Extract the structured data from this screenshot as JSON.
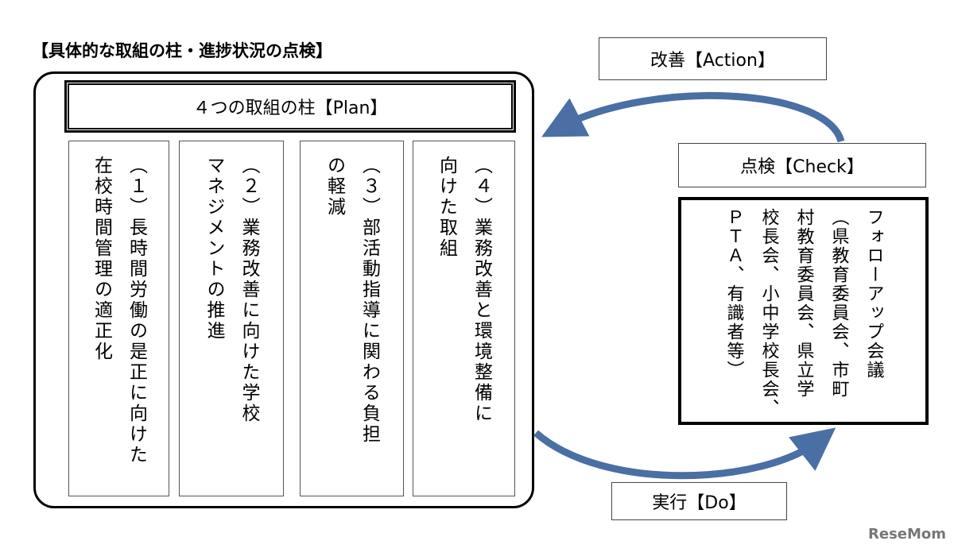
{
  "title": "【具体的な取組の柱・進捗状況の点検】",
  "plan": "４つの取組の柱【Plan】",
  "columns": [
    {
      "line1": "（１）長時間労働の是正に向けた",
      "line2": "在校時間管理の適正化"
    },
    {
      "line1": "（２）業務改善に向けた学校",
      "line2": "マネジメントの推進"
    },
    {
      "line1": "（３）部活動指導に関わる負担",
      "line2": "の軽減"
    },
    {
      "line1": "（４）業務改善と環境整備に",
      "line2": "向けた取組"
    }
  ],
  "action": "改善【Action】",
  "check": "点検【Check】",
  "do": "実行【Do】",
  "followup": {
    "lines": [
      "フォローアップ会議",
      "（県教育委員会、市町",
      "村教育委員会、県立学",
      "校長会、小中学校長会、",
      "ＰＴＡ、有識者等）"
    ]
  },
  "logo": "ReseMom",
  "colors": {
    "arrow": "#4a6fa5"
  }
}
